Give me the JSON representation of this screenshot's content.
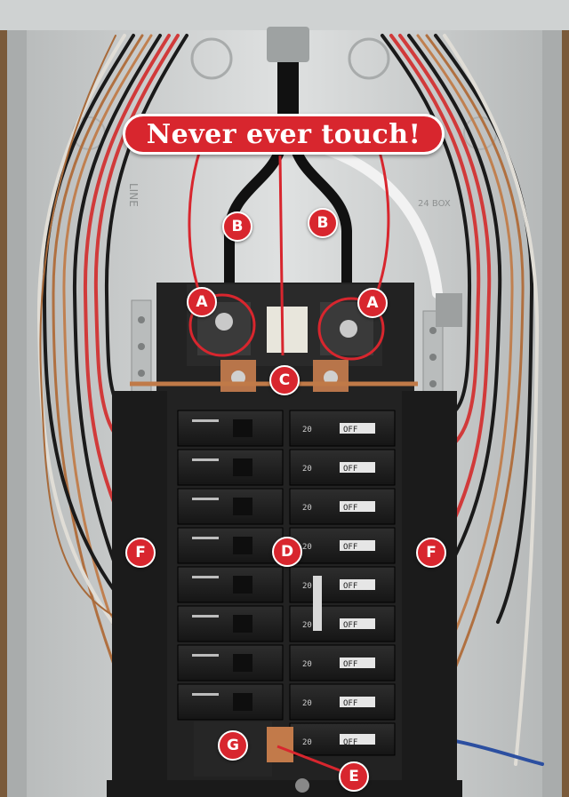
{
  "callout": {
    "title": "Never ever touch!"
  },
  "markers": {
    "a_left": "A",
    "a_right": "A",
    "b_left": "B",
    "b_right": "B",
    "c": "C",
    "d": "D",
    "e": "E",
    "f_left": "F",
    "f_right": "F",
    "g": "G"
  },
  "panel_labels": {
    "line_label": "LINE",
    "box_label": "24 BOX"
  },
  "breaker_labels": {
    "off_text": "OFF",
    "amp_text": "20"
  },
  "colors": {
    "accent_red": "#d8262e",
    "panel_gray": "#d6d8d8",
    "breaker_black": "#1e1e1e",
    "copper": "#b8754a"
  }
}
